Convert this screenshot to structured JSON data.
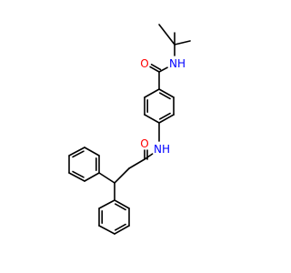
{
  "atoms": [
    {
      "id": "a-tbu-me1",
      "element": "C",
      "label": ""
    },
    {
      "id": "a-tbu-me2",
      "element": "C",
      "label": ""
    },
    {
      "id": "a-tbu-me3",
      "element": "C",
      "label": ""
    },
    {
      "id": "a-tbu-c",
      "element": "C",
      "label": ""
    },
    {
      "id": "a-n-amide-top",
      "element": "N",
      "label": "NH"
    },
    {
      "id": "a-c-amide-top",
      "element": "C",
      "label": ""
    },
    {
      "id": "a-o-amide-top",
      "element": "O",
      "label": "O"
    },
    {
      "id": "a-ring1-c1",
      "element": "C",
      "label": ""
    },
    {
      "id": "a-ring1-c2",
      "element": "C",
      "label": ""
    },
    {
      "id": "a-ring1-c3",
      "element": "C",
      "label": ""
    },
    {
      "id": "a-ring1-c4",
      "element": "C",
      "label": ""
    },
    {
      "id": "a-ring1-c5",
      "element": "C",
      "label": ""
    },
    {
      "id": "a-ring1-c6",
      "element": "C",
      "label": ""
    },
    {
      "id": "a-n-amide-mid",
      "element": "N",
      "label": "NH"
    },
    {
      "id": "a-c-amide-mid",
      "element": "C",
      "label": ""
    },
    {
      "id": "a-o-amide-mid",
      "element": "O",
      "label": "O"
    },
    {
      "id": "a-ch2",
      "element": "C",
      "label": ""
    },
    {
      "id": "a-ch",
      "element": "C",
      "label": ""
    },
    {
      "id": "a-ph1-c1",
      "element": "C",
      "label": ""
    },
    {
      "id": "a-ph1-c2",
      "element": "C",
      "label": ""
    },
    {
      "id": "a-ph1-c3",
      "element": "C",
      "label": ""
    },
    {
      "id": "a-ph1-c4",
      "element": "C",
      "label": ""
    },
    {
      "id": "a-ph1-c5",
      "element": "C",
      "label": ""
    },
    {
      "id": "a-ph1-c6",
      "element": "C",
      "label": ""
    },
    {
      "id": "a-ph2-c1",
      "element": "C",
      "label": ""
    },
    {
      "id": "a-ph2-c2",
      "element": "C",
      "label": ""
    },
    {
      "id": "a-ph2-c3",
      "element": "C",
      "label": ""
    },
    {
      "id": "a-ph2-c4",
      "element": "C",
      "label": ""
    },
    {
      "id": "a-ph2-c5",
      "element": "C",
      "label": ""
    },
    {
      "id": "a-ph2-c6",
      "element": "C",
      "label": ""
    }
  ],
  "bonds": [
    {
      "from": "a-tbu-c",
      "to": "a-tbu-me1",
      "order": 1
    },
    {
      "from": "a-tbu-c",
      "to": "a-tbu-me2",
      "order": 1
    },
    {
      "from": "a-tbu-c",
      "to": "a-tbu-me3",
      "order": 1
    },
    {
      "from": "a-tbu-c",
      "to": "a-n-amide-top",
      "order": 1
    },
    {
      "from": "a-n-amide-top",
      "to": "a-c-amide-top",
      "order": 1
    },
    {
      "from": "a-c-amide-top",
      "to": "a-o-amide-top",
      "order": 2
    },
    {
      "from": "a-c-amide-top",
      "to": "a-ring1-c1",
      "order": 1
    },
    {
      "from": "a-ring1-c1",
      "to": "a-ring1-c2",
      "order": 2
    },
    {
      "from": "a-ring1-c2",
      "to": "a-ring1-c3",
      "order": 1
    },
    {
      "from": "a-ring1-c3",
      "to": "a-ring1-c4",
      "order": 2
    },
    {
      "from": "a-ring1-c4",
      "to": "a-ring1-c5",
      "order": 1
    },
    {
      "from": "a-ring1-c5",
      "to": "a-ring1-c6",
      "order": 2
    },
    {
      "from": "a-ring1-c6",
      "to": "a-ring1-c1",
      "order": 1
    },
    {
      "from": "a-ring1-c4",
      "to": "a-n-amide-mid",
      "order": 1
    },
    {
      "from": "a-n-amide-mid",
      "to": "a-c-amide-mid",
      "order": 1
    },
    {
      "from": "a-c-amide-mid",
      "to": "a-o-amide-mid",
      "order": 2
    },
    {
      "from": "a-c-amide-mid",
      "to": "a-ch2",
      "order": 1
    },
    {
      "from": "a-ch2",
      "to": "a-ch",
      "order": 1
    },
    {
      "from": "a-ch",
      "to": "a-ph1-c1",
      "order": 1
    },
    {
      "from": "a-ph1-c1",
      "to": "a-ph1-c2",
      "order": 2
    },
    {
      "from": "a-ph1-c2",
      "to": "a-ph1-c3",
      "order": 1
    },
    {
      "from": "a-ph1-c3",
      "to": "a-ph1-c4",
      "order": 2
    },
    {
      "from": "a-ph1-c4",
      "to": "a-ph1-c5",
      "order": 1
    },
    {
      "from": "a-ph1-c5",
      "to": "a-ph1-c6",
      "order": 2
    },
    {
      "from": "a-ph1-c6",
      "to": "a-ph1-c1",
      "order": 1
    },
    {
      "from": "a-ch",
      "to": "a-ph2-c1",
      "order": 1
    },
    {
      "from": "a-ph2-c1",
      "to": "a-ph2-c2",
      "order": 2
    },
    {
      "from": "a-ph2-c2",
      "to": "a-ph2-c3",
      "order": 1
    },
    {
      "from": "a-ph2-c3",
      "to": "a-ph2-c4",
      "order": 2
    },
    {
      "from": "a-ph2-c4",
      "to": "a-ph2-c5",
      "order": 1
    },
    {
      "from": "a-ph2-c5",
      "to": "a-ph2-c6",
      "order": 2
    },
    {
      "from": "a-ph2-c6",
      "to": "a-ph2-c1",
      "order": 1
    }
  ],
  "colors": {
    "bond": "#000000",
    "N": "#0000ff",
    "O": "#ff0000",
    "C": "#000000",
    "background": "#ffffff"
  }
}
